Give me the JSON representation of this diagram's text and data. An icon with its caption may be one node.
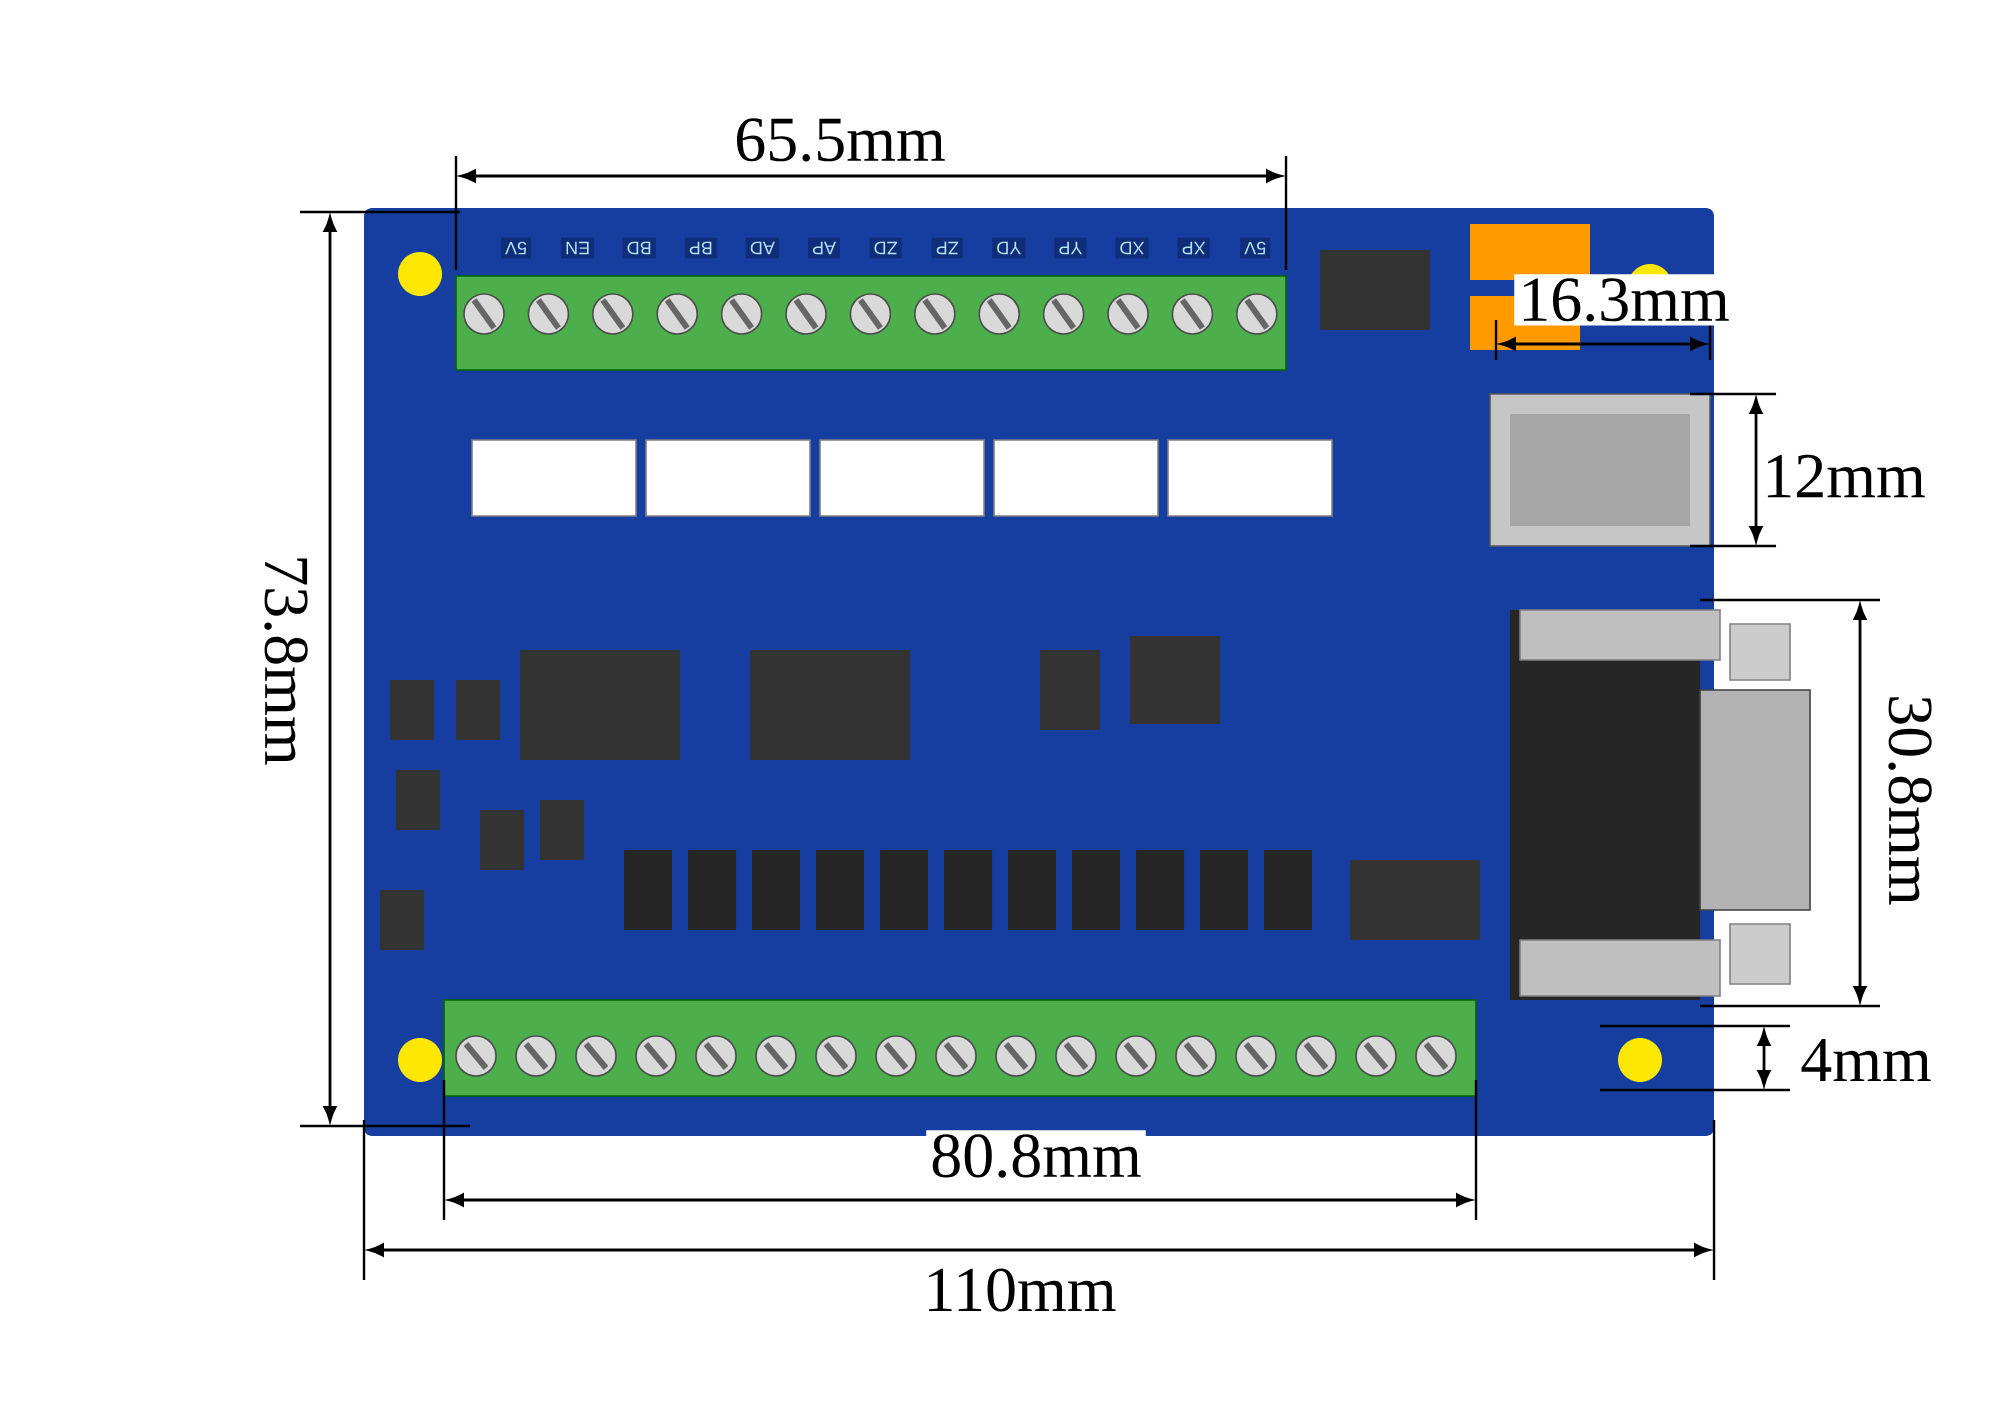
{
  "diagram": {
    "labels": [
      "65.5mm",
      "16.3mm",
      "12mm",
      "73.8mm",
      "30.8mm",
      "4mm",
      "80.8mm",
      "110mm",
      "5V",
      "EN",
      "BD",
      "BP",
      "AD",
      "AP",
      "ZD",
      "ZP",
      "YD",
      "YP",
      "XD",
      "XP",
      "5V"
    ]
  }
}
